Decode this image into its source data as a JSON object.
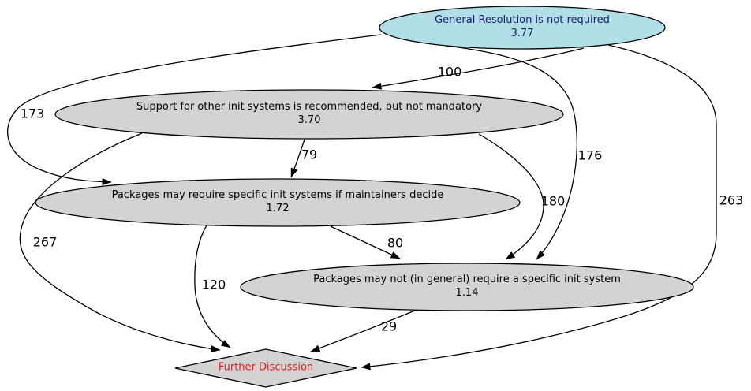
{
  "colors": {
    "winner_node_fill": "#b0e0e6",
    "winner_node_text": "#19197a",
    "option_node_fill": "#d3d3d3",
    "node_border": "#000000",
    "further_discussion_text": "#e01b1b",
    "edge_color": "#000000"
  },
  "nodes": [
    {
      "id": "gr-not-required",
      "shape": "ellipse",
      "title": "General Resolution is not required",
      "score": "3.77"
    },
    {
      "id": "support-other-init",
      "shape": "ellipse",
      "title": "Support for other init systems is recommended, but not mandatory",
      "score": "3.70"
    },
    {
      "id": "packages-may-require",
      "shape": "ellipse",
      "title": "Packages may require specific init systems if maintainers decide",
      "score": "1.72"
    },
    {
      "id": "packages-may-not",
      "shape": "ellipse",
      "title": "Packages may not (in general) require a specific init system",
      "score": "1.14"
    },
    {
      "id": "further-discussion",
      "shape": "diamond",
      "title": "Further Discussion",
      "score": ""
    }
  ],
  "edges": [
    {
      "from": "gr-not-required",
      "to": "support-other-init",
      "label": "100"
    },
    {
      "from": "gr-not-required",
      "to": "packages-may-require",
      "label": "173"
    },
    {
      "from": "gr-not-required",
      "to": "packages-may-not",
      "label": "176"
    },
    {
      "from": "gr-not-required",
      "to": "further-discussion",
      "label": "263"
    },
    {
      "from": "support-other-init",
      "to": "packages-may-require",
      "label": "79"
    },
    {
      "from": "support-other-init",
      "to": "packages-may-not",
      "label": "180"
    },
    {
      "from": "support-other-init",
      "to": "further-discussion",
      "label": "267"
    },
    {
      "from": "packages-may-require",
      "to": "packages-may-not",
      "label": "80"
    },
    {
      "from": "packages-may-require",
      "to": "further-discussion",
      "label": "120"
    },
    {
      "from": "packages-may-not",
      "to": "further-discussion",
      "label": "29"
    }
  ]
}
